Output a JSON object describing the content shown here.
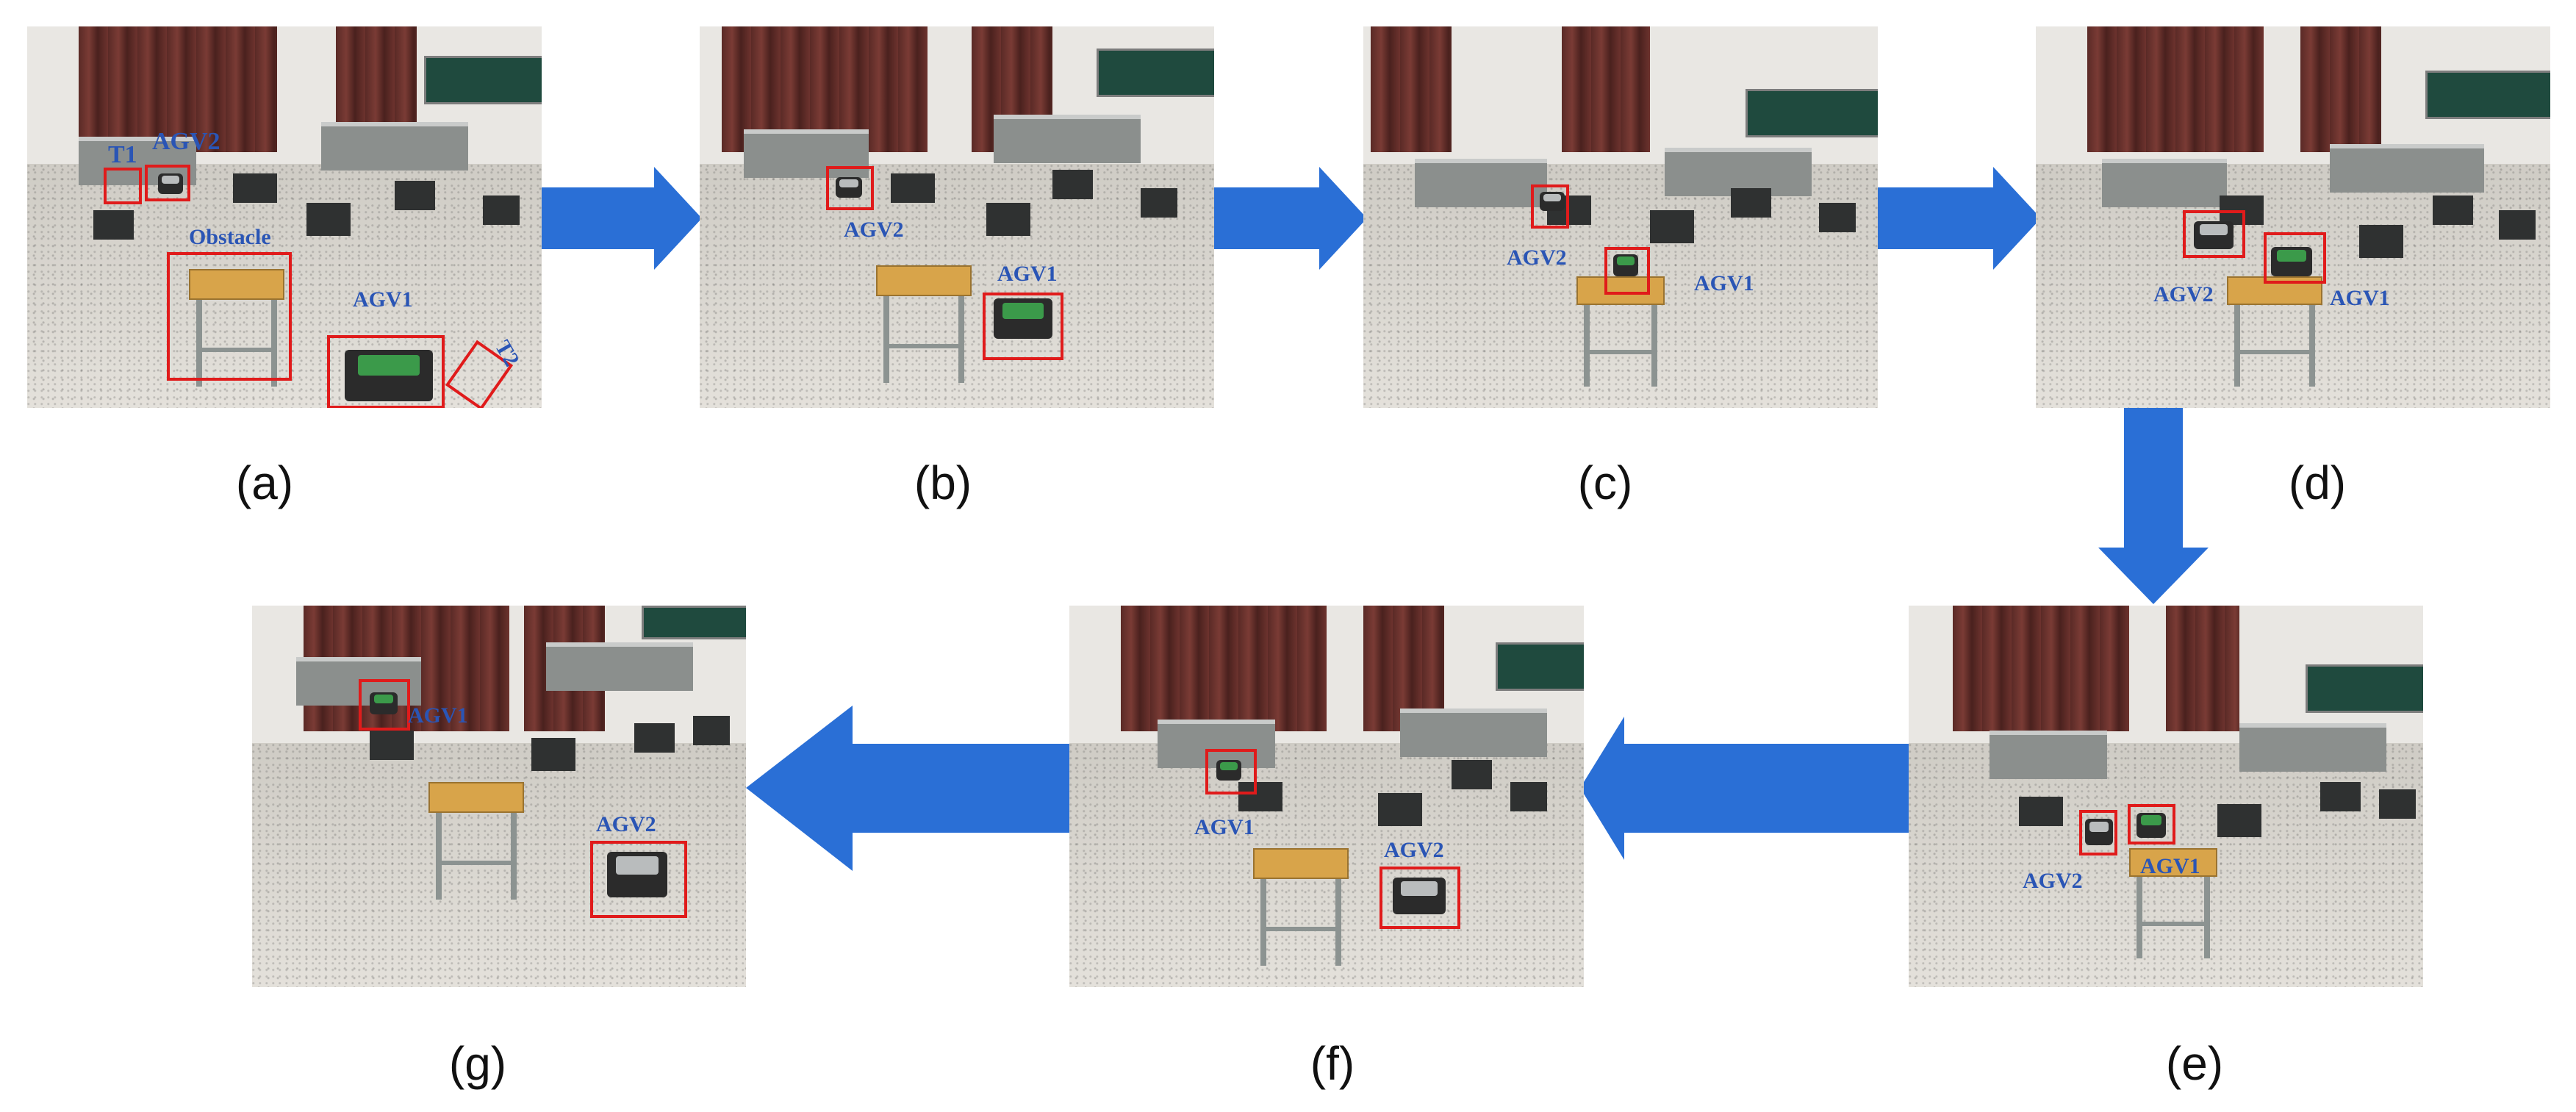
{
  "captions": {
    "a": "(a)",
    "b": "(b)",
    "c": "(c)",
    "d": "(d)",
    "e": "(e)",
    "f": "(f)",
    "g": "(g)"
  },
  "labels": {
    "a": {
      "t1": "T1",
      "agv2": "AGV2",
      "obstacle": "Obstacle",
      "agv1": "AGV1",
      "t2": "T2"
    },
    "b": {
      "agv2": "AGV2",
      "agv1": "AGV1"
    },
    "c": {
      "agv2": "AGV2",
      "agv1": "AGV1"
    },
    "d": {
      "agv2": "AGV2",
      "agv1": "AGV1"
    },
    "e": {
      "agv2": "AGV2",
      "agv1": "AGV1"
    },
    "f": {
      "agv1": "AGV1",
      "agv2": "AGV2"
    },
    "g": {
      "agv1": "AGV1",
      "agv2": "AGV2"
    }
  },
  "colors": {
    "arrow": "#2a6fd6",
    "highlight_box": "#e01b1b",
    "label_text": "#2a55b5"
  },
  "sequence": [
    "a",
    "b",
    "c",
    "d",
    "e",
    "f",
    "g"
  ]
}
